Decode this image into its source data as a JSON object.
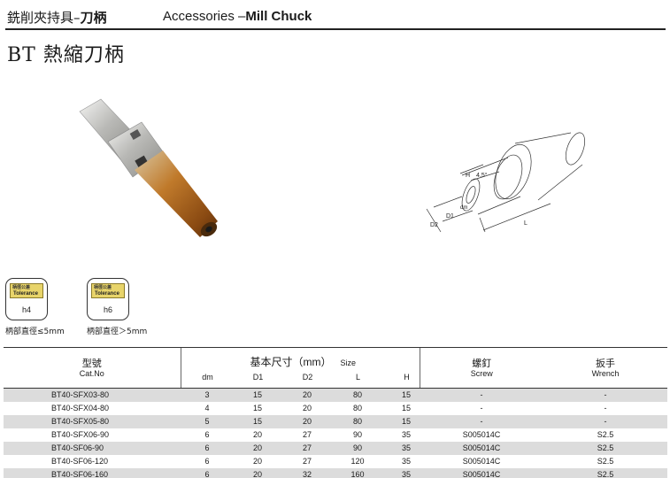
{
  "header": {
    "cn_title_regular": "銑削夾持具–",
    "cn_title_bold": "刀柄",
    "en_title_regular": "Accessories –",
    "en_title_bold": "Mill Chuck"
  },
  "page_title": "BT 熱縮刀柄",
  "drawing_labels": {
    "h": "H",
    "angle": "4.5°",
    "dm": "dm",
    "d1": "D1",
    "d2": "D2",
    "l": "L"
  },
  "tolerance": [
    {
      "tag_cn": "柄徑公差",
      "tag_en": "Tolerance",
      "value": "h4",
      "caption": "柄部直徑≤5mm"
    },
    {
      "tag_cn": "柄徑公差",
      "tag_en": "Tolerance",
      "value": "h6",
      "caption": "柄部直徑＞5mm"
    }
  ],
  "table": {
    "cat_header": {
      "cn": "型號",
      "en": "Cat.No"
    },
    "size_header": {
      "cn": "基本尺寸（mm）",
      "en": "Size",
      "cols": [
        "dm",
        "D1",
        "D2",
        "L",
        "H"
      ]
    },
    "screw_header": {
      "cn": "螺釘",
      "en": "Screw"
    },
    "wrench_header": {
      "cn": "扳手",
      "en": "Wrench"
    },
    "rows": [
      [
        "BT40-SFX03-80",
        "3",
        "15",
        "20",
        "80",
        "15",
        "-",
        "-"
      ],
      [
        "BT40-SFX04-80",
        "4",
        "15",
        "20",
        "80",
        "15",
        "-",
        "-"
      ],
      [
        "BT40-SFX05-80",
        "5",
        "15",
        "20",
        "80",
        "15",
        "-",
        "-"
      ],
      [
        "BT40-SFX06-90",
        "6",
        "20",
        "27",
        "90",
        "35",
        "S005014C",
        "S2.5"
      ],
      [
        "BT40-SF06-90",
        "6",
        "20",
        "27",
        "90",
        "35",
        "S005014C",
        "S2.5"
      ],
      [
        "BT40-SF06-120",
        "6",
        "20",
        "27",
        "120",
        "35",
        "S005014C",
        "S2.5"
      ],
      [
        "BT40-SF06-160",
        "6",
        "20",
        "32",
        "160",
        "35",
        "S005014C",
        "S2.5"
      ]
    ]
  },
  "colors": {
    "row_shade": "#dcdcdc",
    "tolerance_tag": "#e8d46a",
    "rule": "#222222"
  }
}
